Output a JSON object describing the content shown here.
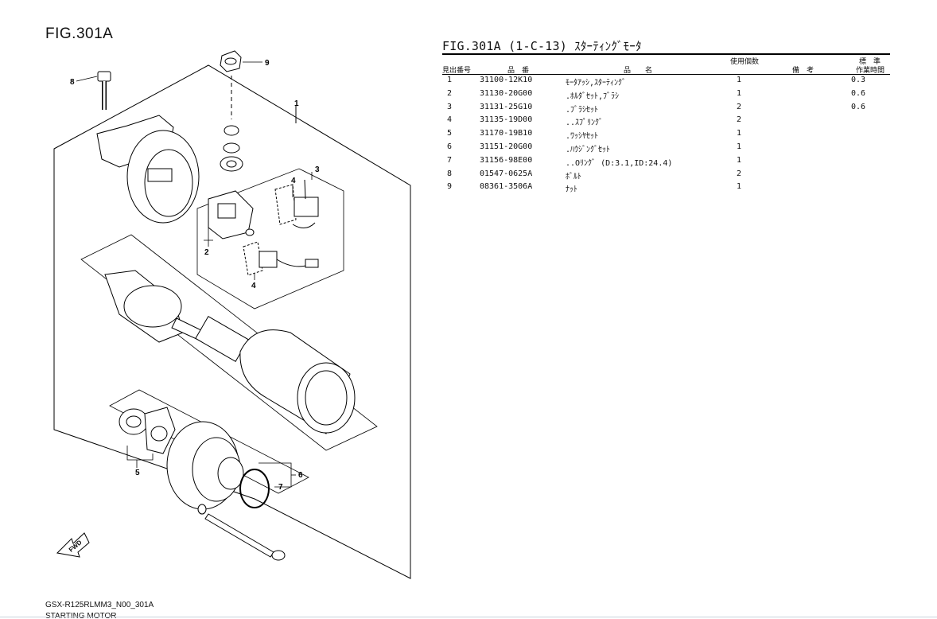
{
  "figure_label": "FIG.301A",
  "parts_title": "FIG.301A (1-C-13) ｽﾀｰﾃｨﾝｸﾞﾓｰﾀ",
  "headers": {
    "ref_no": "見出番号",
    "part_no": "品　番",
    "name": "品　　名",
    "qty": "使用個数",
    "remarks": "備　考",
    "std_time_top": "標　準",
    "std_time_bottom": "作業時間"
  },
  "parts": [
    {
      "no": "1",
      "part": "31100-12K10",
      "name": "ﾓｰﾀｱｯｼ,ｽﾀｰﾃｨﾝｸﾞ",
      "qty": "1",
      "time": "0.3"
    },
    {
      "no": "2",
      "part": "31130-20G00",
      "name": ".ﾎﾙﾀﾞｾｯﾄ,ﾌﾞﾗｼ",
      "qty": "1",
      "time": "0.6"
    },
    {
      "no": "3",
      "part": "31131-25G10",
      "name": ".ﾌﾞﾗｼｾｯﾄ",
      "qty": "2",
      "time": "0.6"
    },
    {
      "no": "4",
      "part": "31135-19D00",
      "name": "..ｽﾌﾟﾘﾝｸﾞ",
      "qty": "2",
      "time": ""
    },
    {
      "no": "5",
      "part": "31170-19B10",
      "name": ".ﾜｯｼﾔｾｯﾄ",
      "qty": "1",
      "time": ""
    },
    {
      "no": "6",
      "part": "31151-20G00",
      "name": ".ﾊｳｼﾞﾝｸﾞｾｯﾄ",
      "qty": "1",
      "time": ""
    },
    {
      "no": "7",
      "part": "31156-98E00",
      "name": "..Oﾘﾝｸﾞ (D:3.1,ID:24.4)",
      "qty": "1",
      "time": ""
    },
    {
      "no": "8",
      "part": "01547-0625A",
      "name": "ﾎﾞﾙﾄ",
      "qty": "2",
      "time": ""
    },
    {
      "no": "9",
      "part": "08361-3506A",
      "name": "ﾅｯﾄ",
      "qty": "1",
      "time": ""
    }
  ],
  "callouts": [
    "1",
    "2",
    "3",
    "4",
    "4",
    "5",
    "6",
    "7",
    "8",
    "9"
  ],
  "fwd_label": "FWD",
  "footer_code": "GSX-R125RLMM3_N00_301A",
  "footer_sub": "STARTING MOTOR"
}
